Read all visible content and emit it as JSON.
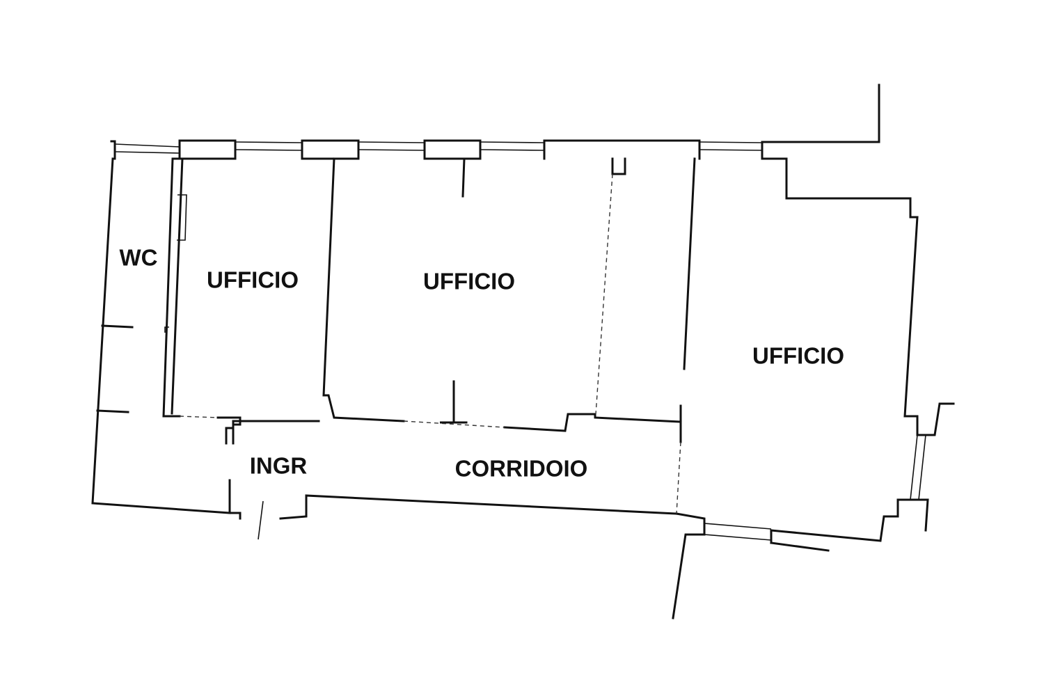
{
  "plan": {
    "rooms": [
      {
        "id": "wc",
        "label": "WC"
      },
      {
        "id": "ufficio-1",
        "label": "UFFICIO"
      },
      {
        "id": "ufficio-2",
        "label": "UFFICIO"
      },
      {
        "id": "ufficio-3",
        "label": "UFFICIO"
      },
      {
        "id": "ingr",
        "label": "INGR"
      },
      {
        "id": "corridoio",
        "label": "CORRIDOIO"
      }
    ]
  }
}
